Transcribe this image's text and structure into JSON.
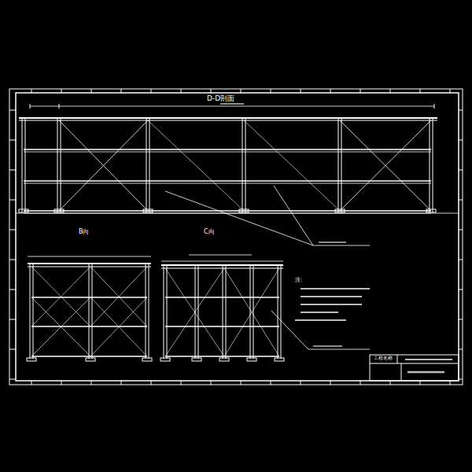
{
  "diagram": {
    "labels": [
      "D-D剖面",
      "B向",
      "C向",
      "注:",
      "工程名称"
    ]
  }
}
